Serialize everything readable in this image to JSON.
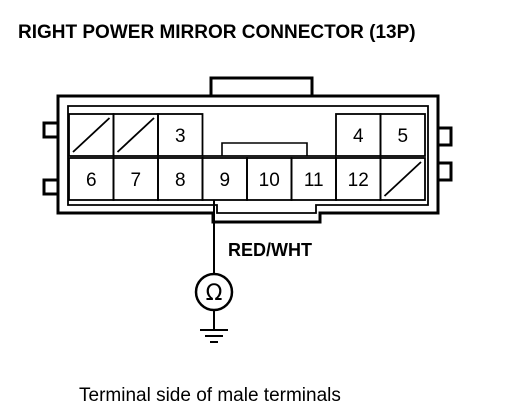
{
  "title": "RIGHT POWER MIRROR CONNECTOR (13P)",
  "connector": {
    "top_row": [
      {
        "label": "",
        "unused": true
      },
      {
        "label": "",
        "unused": true
      },
      {
        "label": "3",
        "unused": false
      },
      {
        "label": "",
        "unused": false,
        "gap": true
      },
      {
        "label": "",
        "unused": false,
        "gap": true
      },
      {
        "label": "",
        "unused": false,
        "gap": true
      },
      {
        "label": "4",
        "unused": false
      },
      {
        "label": "5",
        "unused": false
      }
    ],
    "bottom_row": [
      {
        "label": "6",
        "unused": false
      },
      {
        "label": "7",
        "unused": false
      },
      {
        "label": "8",
        "unused": false
      },
      {
        "label": "9",
        "unused": false
      },
      {
        "label": "10",
        "unused": false
      },
      {
        "label": "11",
        "unused": false
      },
      {
        "label": "12",
        "unused": false
      },
      {
        "label": "",
        "unused": true
      }
    ]
  },
  "wire_color": "RED/WHT",
  "meter_symbol": "Ω",
  "caption": "Terminal side of male terminals"
}
